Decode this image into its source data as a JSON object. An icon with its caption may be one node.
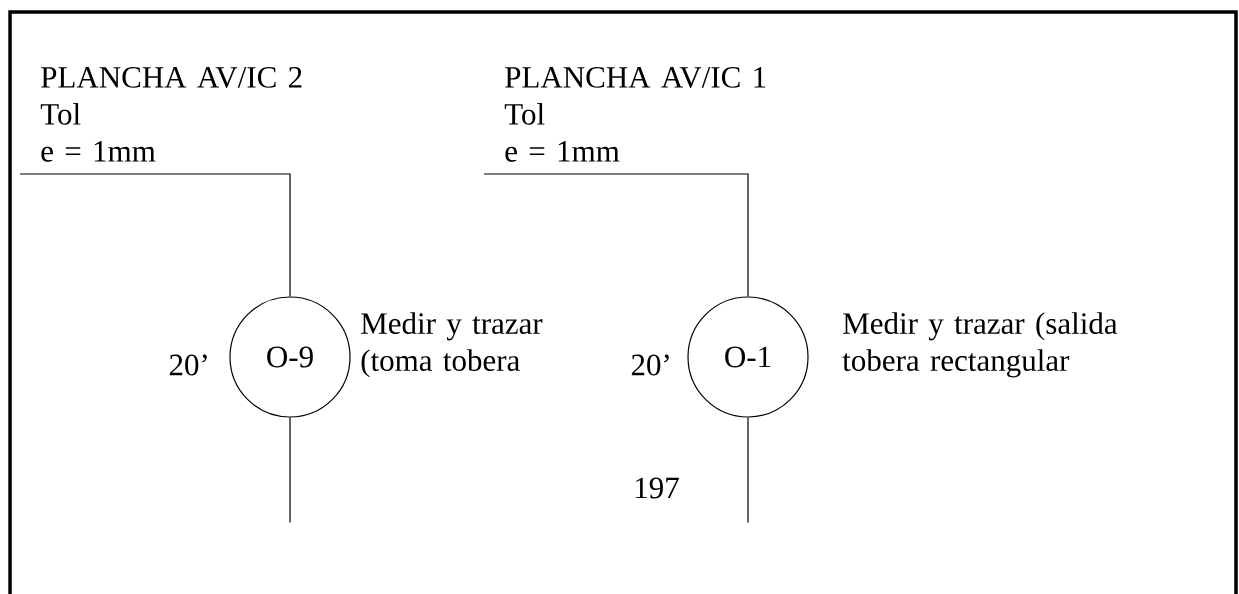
{
  "diagram": {
    "nodes": [
      {
        "text": [
          "PLANCHA AV/IC 2",
          "Tol",
          "e = 1mm"
        ]
      },
      {
        "text": [
          "O-9"
        ],
        "beside": [
          "20’",
          "Medir y trazar (toma tobera"
        ]
      },
      {
        "text": [
          "PLANCHA AV/IC 1",
          "Tol",
          "e = 1mm"
        ]
      },
      {
        "text": [
          "O-1"
        ],
        "beside": [
          "20’",
          "Medir y trazar (salida tobera rectangular"
        ]
      }
    ],
    "edges": [
      {
        "from": 0,
        "to": 1,
        "arrow": "none"
      },
      {
        "from": 1,
        "to": null,
        "arrow": "none"
      },
      {
        "from": 2,
        "to": 3,
        "arrow": "none"
      },
      {
        "from": 3,
        "to": null,
        "arrow": "none"
      }
    ],
    "labels": [
      "197"
    ]
  }
}
